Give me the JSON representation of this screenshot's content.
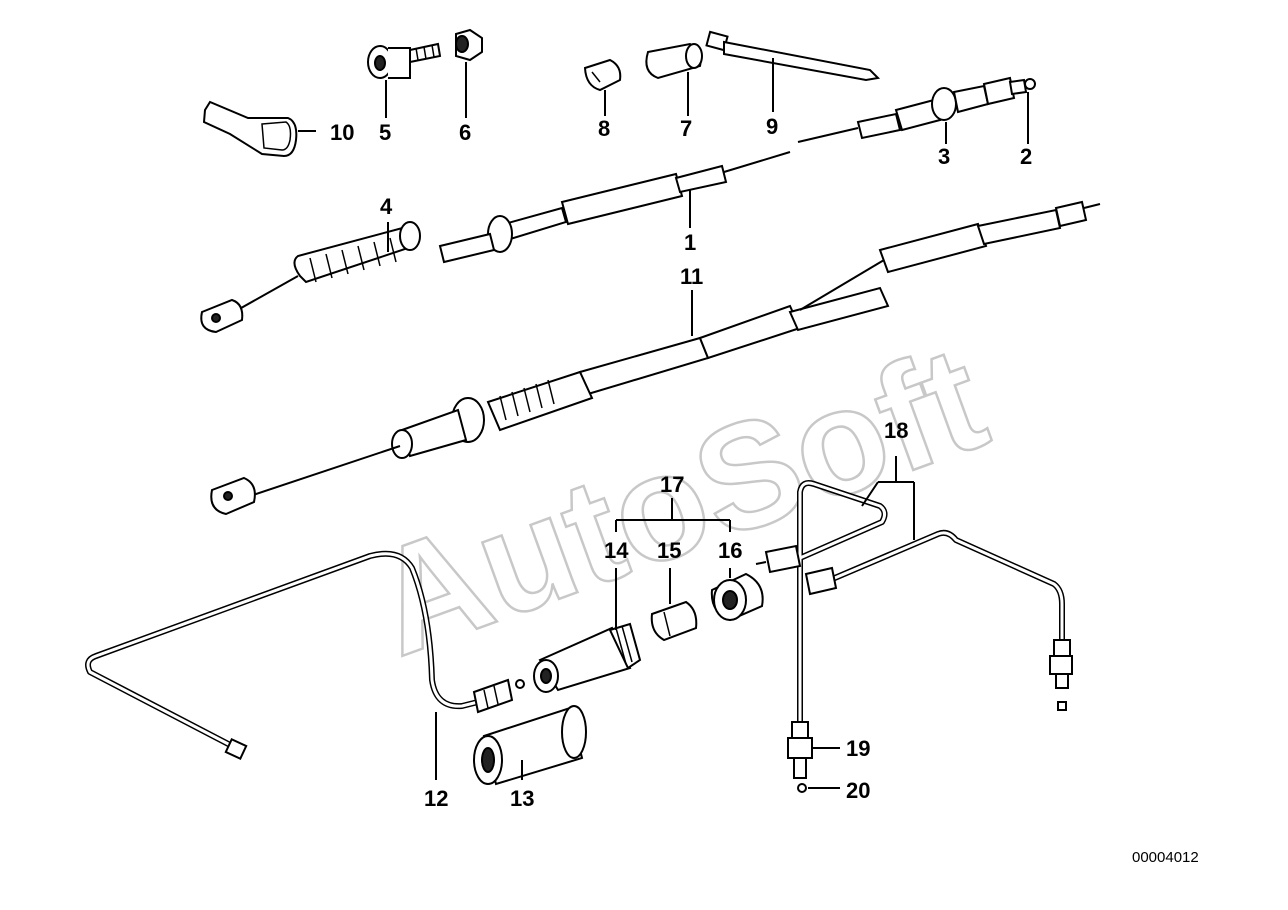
{
  "diagram": {
    "watermark": "AutoSoft",
    "catalog_number": "00004012",
    "callouts": {
      "c1": "1",
      "c2": "2",
      "c3": "3",
      "c4": "4",
      "c5": "5",
      "c6": "6",
      "c7": "7",
      "c8": "8",
      "c9": "9",
      "c10": "10",
      "c11": "11",
      "c12": "12",
      "c13": "13",
      "c14": "14",
      "c15": "15",
      "c16": "16",
      "c17": "17",
      "c18": "18",
      "c19": "19",
      "c20": "20"
    }
  }
}
